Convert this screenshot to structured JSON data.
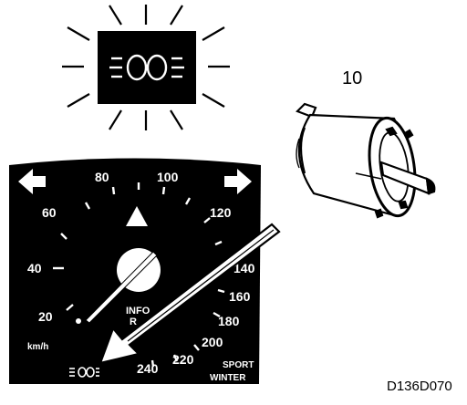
{
  "figure": {
    "part_number": "10",
    "figure_code": "D136D070"
  },
  "speedometer": {
    "unit": "km/h",
    "speed_labels": [
      "20",
      "40",
      "60",
      "80",
      "100",
      "120",
      "140",
      "160",
      "180",
      "200",
      "220",
      "240"
    ],
    "info_label_line1": "INFO",
    "info_label_line2": "R",
    "mode_label_1": "SPORT",
    "mode_label_2": "WINTER"
  },
  "icons": {
    "warning_lamp": "fog-light-icon",
    "turn_left": "turn-left-arrow-icon",
    "turn_right": "turn-right-arrow-icon",
    "hazard": "warning-triangle-icon",
    "dial_fog_indicator": "fog-light-indicator-icon",
    "switch": "fog-light-switch-icon"
  },
  "colors": {
    "ink": "#000000",
    "paper": "#ffffff"
  }
}
